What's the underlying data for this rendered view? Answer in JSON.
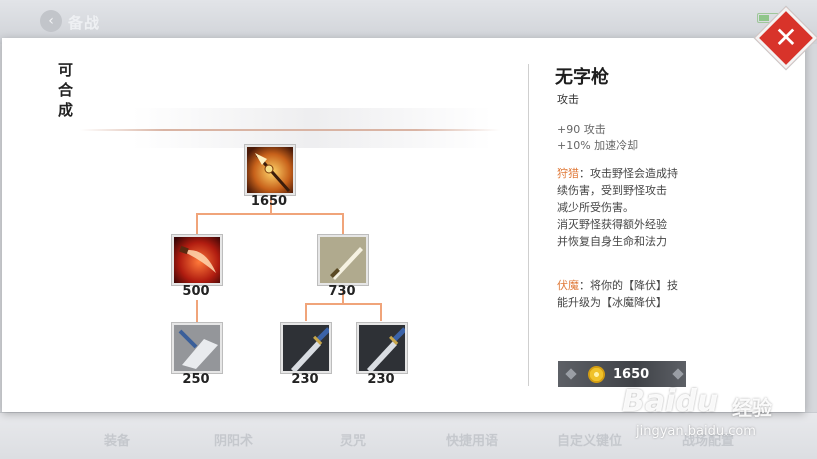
{
  "screen": {
    "title": "备战"
  },
  "modal": {
    "craftable_label": "可合成",
    "tree": {
      "root": {
        "name": "无字枪",
        "price": "1650"
      },
      "left": {
        "price": "500"
      },
      "right": {
        "price": "730"
      },
      "left_child": {
        "price": "250"
      },
      "right_child_1": {
        "price": "230"
      },
      "right_child_2": {
        "price": "230"
      }
    },
    "info": {
      "name": "无字枪",
      "type": "攻击",
      "stats": [
        "+90 攻击",
        "+10% 加速冷却"
      ],
      "passive1": {
        "keyword": "狩猎",
        "lines": [
          "：攻击野怪会造成持",
          "续伤害，受到野怪攻击",
          "减少所受伤害。",
          "消灭野怪获得额外经验",
          "并恢复自身生命和法力"
        ]
      },
      "passive2": {
        "keyword": "伏魔",
        "lines": [
          "：将你的【降伏】技",
          "能升级为【冰魔降伏】"
        ]
      },
      "total_price": "1650"
    }
  },
  "bottom_tabs": [
    "装备",
    "阴阳术",
    "灵咒",
    "快捷用语",
    "自定义键位",
    "战场配置"
  ],
  "watermark": {
    "brand": "Baidu",
    "suffix": "经验",
    "url": "jingyan.baidu.com"
  },
  "colors": {
    "accent": "#d8332a",
    "keyword": "#e07a3a",
    "tree_line": "#f0a47a",
    "coin": "#f0c22a"
  }
}
